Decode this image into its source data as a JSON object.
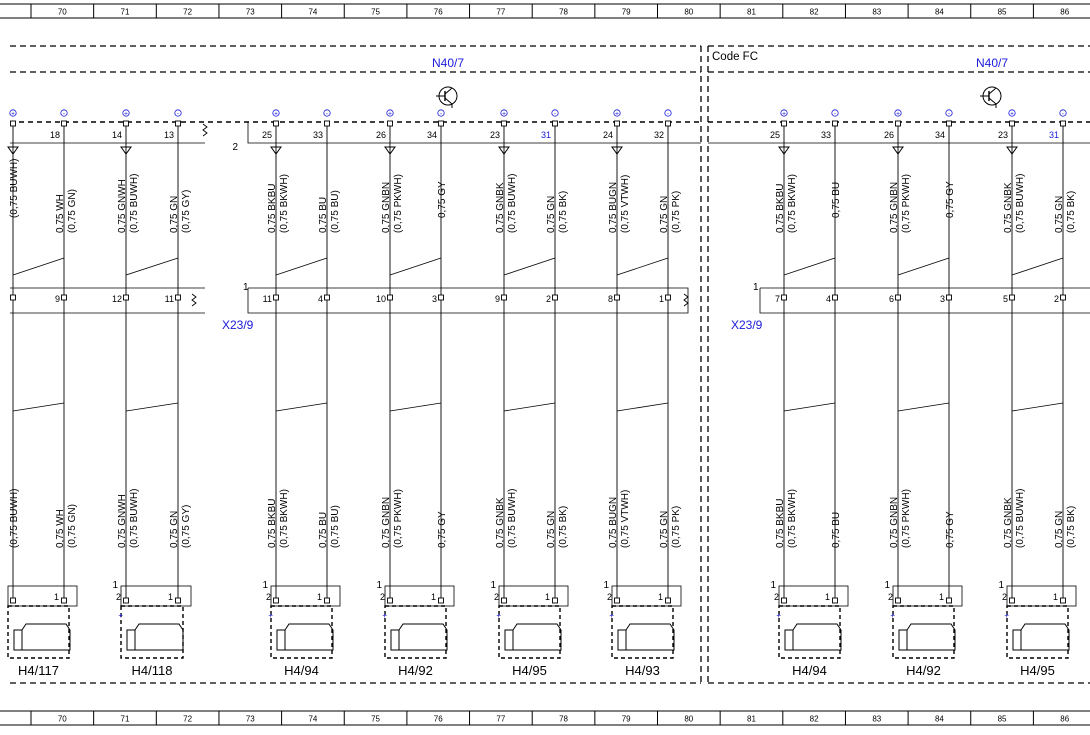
{
  "grid_columns": [
    "70",
    "71",
    "72",
    "73",
    "74",
    "75",
    "76",
    "77",
    "78",
    "79",
    "80",
    "81",
    "82",
    "83",
    "84",
    "85",
    "86"
  ],
  "panels": [
    {
      "module_label": "N40/7",
      "code_label": "",
      "connector_label": "X23/9",
      "module_marker": "2",
      "connector_marker": "1",
      "speakers": [
        {
          "id": "H4/117",
          "wires": [
            {
              "top": "",
              "mid": "",
              "wire1": "(0,75 BUWH)",
              "wire2": "",
              "sym": "ground",
              "pol": "+",
              "pin_to": "",
              "plus": false
            },
            {
              "top": "18",
              "mid": "9",
              "wire1": "0,75 WH",
              "wire2": "(0,75 GN)",
              "sym": "",
              "pol": "-",
              "pin_to": "1",
              "plus": false
            }
          ]
        },
        {
          "id": "H4/118",
          "wires": [
            {
              "top": "14",
              "mid": "12",
              "wire1": "0,75 GNWH",
              "wire2": "(0,75 BUWH)",
              "sym": "ground",
              "pol": "+",
              "pin_to": "2",
              "plus": true
            },
            {
              "top": "13",
              "mid": "11",
              "wire1": "0,75 GN",
              "wire2": "(0,75 GY)",
              "sym": "",
              "pol": "-",
              "pin_to": "1",
              "plus": false
            }
          ]
        },
        {
          "id": "H4/94",
          "wires": [
            {
              "top": "25",
              "mid": "11",
              "wire1": "0,75 BKBU",
              "wire2": "(0,75 BKWH)",
              "sym": "ground",
              "pol": "+",
              "pin_to": "2",
              "plus": true
            },
            {
              "top": "33",
              "mid": "4",
              "wire1": "0,75 BU",
              "wire2": "(0,75 BU)",
              "sym": "",
              "pol": "-",
              "pin_to": "1",
              "plus": false
            }
          ]
        },
        {
          "id": "H4/92",
          "wires": [
            {
              "top": "26",
              "mid": "10",
              "wire1": "0,75 GNBN",
              "wire2": "(0,75 PKWH)",
              "sym": "ground",
              "pol": "+",
              "pin_to": "2",
              "plus": true
            },
            {
              "top": "34",
              "mid": "3",
              "wire1": "0,75 GY",
              "wire2": "",
              "sym": "",
              "pol": "-",
              "pin_to": "1",
              "plus": false
            }
          ]
        },
        {
          "id": "H4/95",
          "wires": [
            {
              "top": "23",
              "mid": "9",
              "wire1": "0,75 GNBK",
              "wire2": "(0,75 BUWH)",
              "sym": "ground",
              "pol": "+",
              "pin_to": "2",
              "plus": true
            },
            {
              "top": "31",
              "mid": "2",
              "wire1": "0,75 GN",
              "wire2": "(0,75 BK)",
              "sym": "",
              "pol": "-",
              "pin_to": "1",
              "plus": false
            }
          ]
        },
        {
          "id": "H4/93",
          "wires": [
            {
              "top": "24",
              "mid": "8",
              "wire1": "0,75 BUGN",
              "wire2": "(0,75 VTWH)",
              "sym": "ground",
              "pol": "+",
              "pin_to": "2",
              "plus": true
            },
            {
              "top": "32",
              "mid": "1",
              "wire1": "0,75 GN",
              "wire2": "(0,75 PK)",
              "sym": "",
              "pol": "-",
              "pin_to": "1",
              "plus": false
            }
          ]
        }
      ]
    },
    {
      "module_label": "N40/7",
      "code_label": "Code FC",
      "connector_label": "X23/9",
      "module_marker": "",
      "connector_marker": "1",
      "speakers": [
        {
          "id": "H4/94",
          "wires": [
            {
              "top": "25",
              "mid": "7",
              "wire1": "0,75 BKBU",
              "wire2": "(0,75 BKWH)",
              "sym": "ground",
              "pol": "+",
              "pin_to": "2",
              "plus": true
            },
            {
              "top": "33",
              "mid": "4",
              "wire1": "0,75 BU",
              "wire2": "",
              "sym": "",
              "pol": "-",
              "pin_to": "1",
              "plus": false
            }
          ]
        },
        {
          "id": "H4/92",
          "wires": [
            {
              "top": "26",
              "mid": "6",
              "wire1": "0,75 GNBN",
              "wire2": "(0,75 PKWH)",
              "sym": "ground",
              "pol": "+",
              "pin_to": "2",
              "plus": true
            },
            {
              "top": "34",
              "mid": "3",
              "wire1": "0,75 GY",
              "wire2": "",
              "sym": "",
              "pol": "-",
              "pin_to": "1",
              "plus": false
            }
          ]
        },
        {
          "id": "H4/95",
          "wires": [
            {
              "top": "23",
              "mid": "5",
              "wire1": "0,75 GNBK",
              "wire2": "(0,75 BUWH)",
              "sym": "ground",
              "pol": "+",
              "pin_to": "2",
              "plus": true
            },
            {
              "top": "31",
              "mid": "2",
              "wire1": "0,75 GN",
              "wire2": "(0,75 BK)",
              "sym": "",
              "pol": "-",
              "pin_to": "1",
              "plus": false
            }
          ]
        }
      ]
    }
  ],
  "highlighted_pins": [
    "31"
  ],
  "colors": {
    "line": "#000000",
    "label": "#1a1adb",
    "background": "#ffffff"
  }
}
